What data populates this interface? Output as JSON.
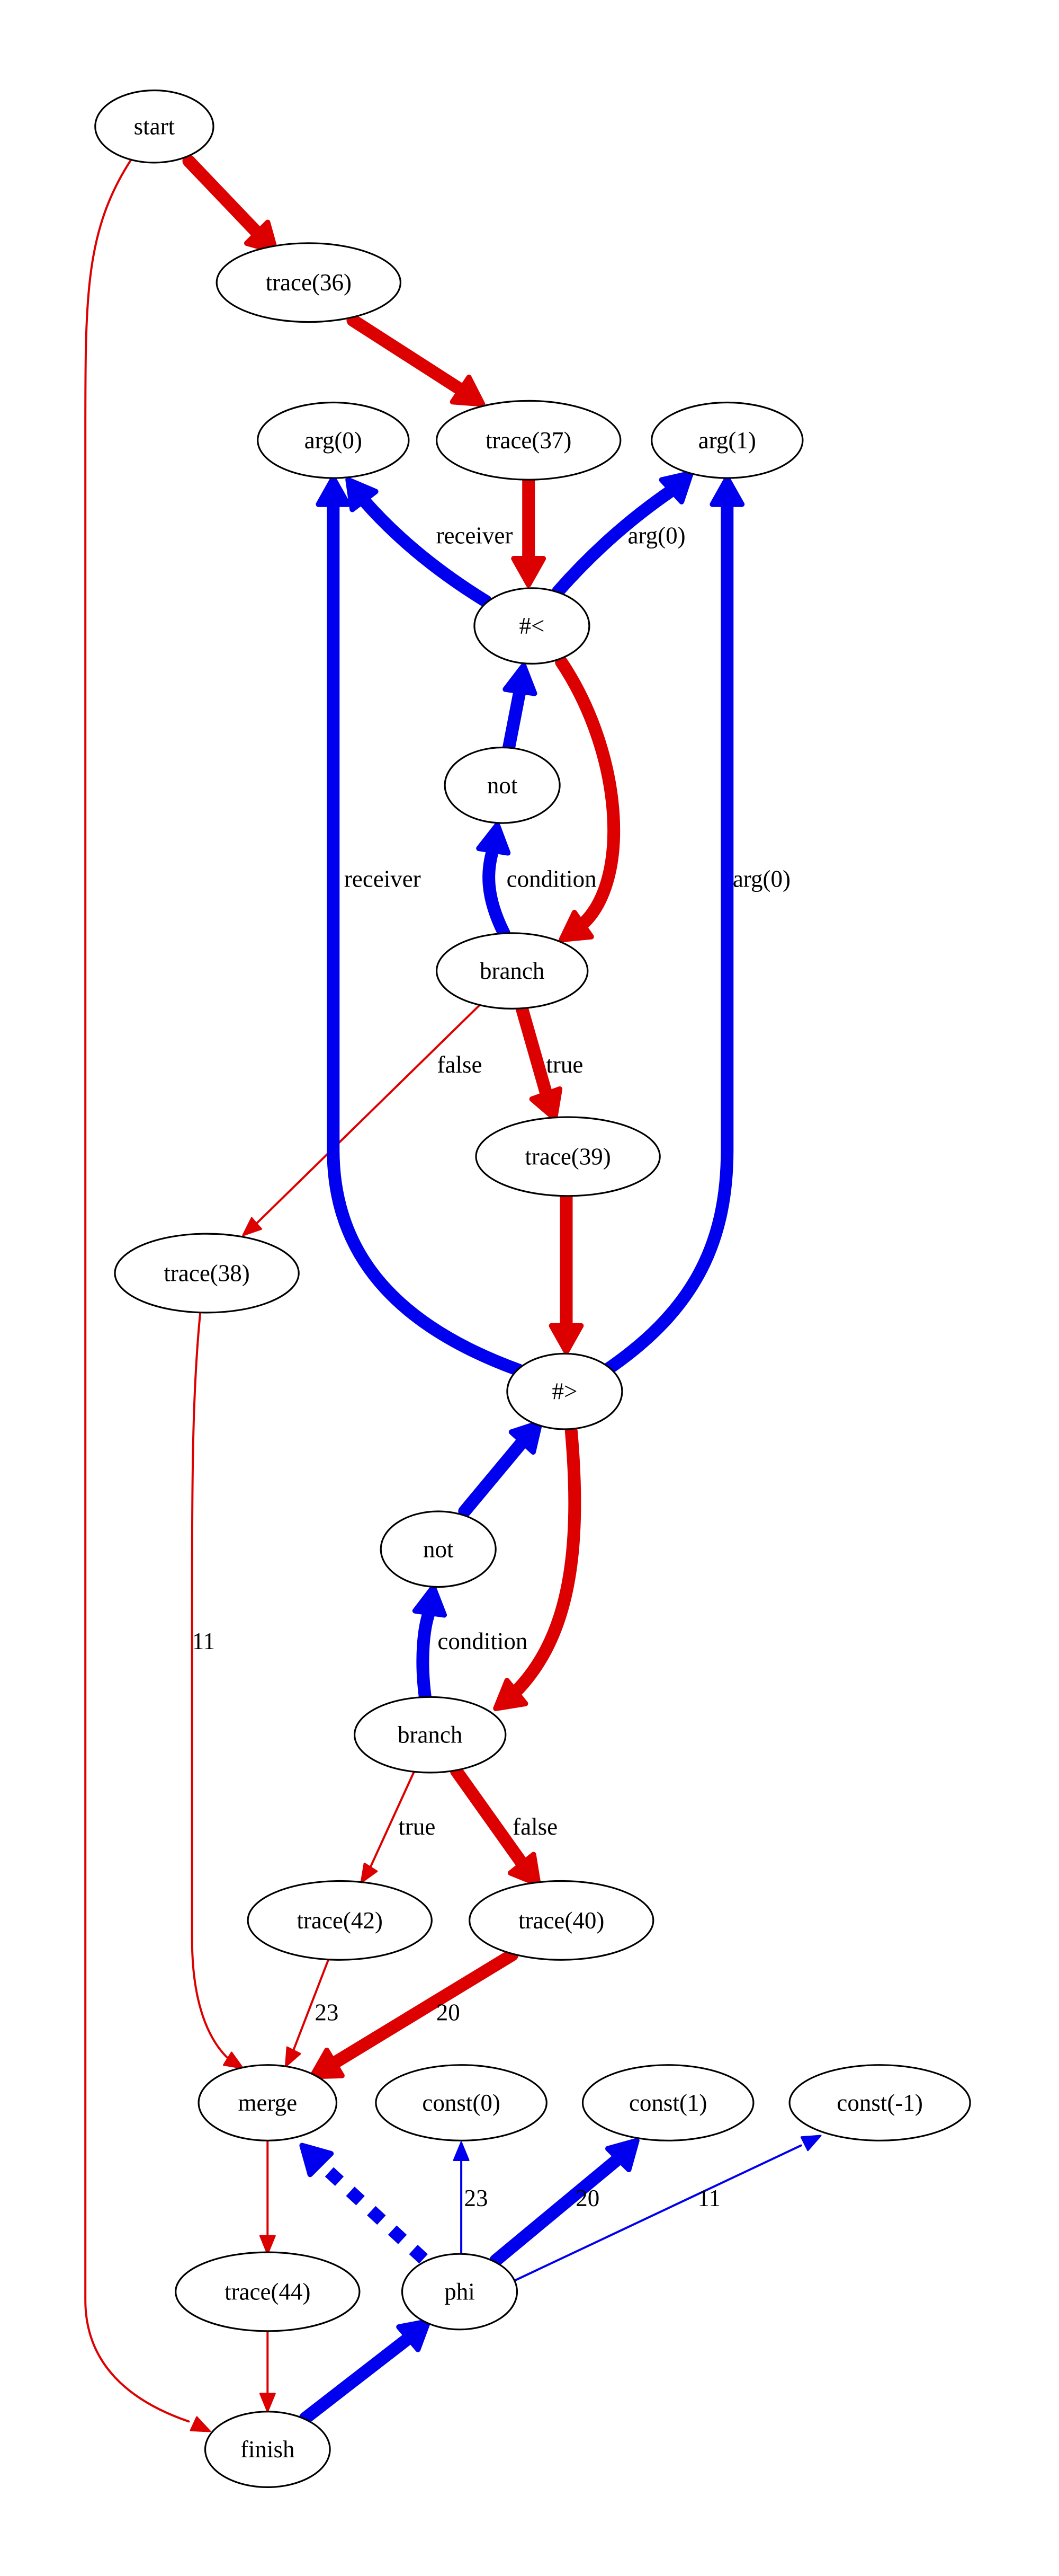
{
  "colors": {
    "control": "#dd0000",
    "data": "#0000ee",
    "node_stroke": "#000000"
  },
  "nodes": [
    {
      "id": "start",
      "label": "start"
    },
    {
      "id": "trace36",
      "label": "trace(36)"
    },
    {
      "id": "arg0",
      "label": "arg(0)"
    },
    {
      "id": "trace37",
      "label": "trace(37)"
    },
    {
      "id": "arg1",
      "label": "arg(1)"
    },
    {
      "id": "lt",
      "label": "#<"
    },
    {
      "id": "not1",
      "label": "not"
    },
    {
      "id": "branch1",
      "label": "branch"
    },
    {
      "id": "trace39",
      "label": "trace(39)"
    },
    {
      "id": "trace38",
      "label": "trace(38)"
    },
    {
      "id": "gt",
      "label": "#>"
    },
    {
      "id": "not2",
      "label": "not"
    },
    {
      "id": "branch2",
      "label": "branch"
    },
    {
      "id": "trace42",
      "label": "trace(42)"
    },
    {
      "id": "trace40",
      "label": "trace(40)"
    },
    {
      "id": "merge",
      "label": "merge"
    },
    {
      "id": "const0",
      "label": "const(0)"
    },
    {
      "id": "const1",
      "label": "const(1)"
    },
    {
      "id": "constm1",
      "label": "const(-1)"
    },
    {
      "id": "trace44",
      "label": "trace(44)"
    },
    {
      "id": "phi",
      "label": "phi"
    },
    {
      "id": "finish",
      "label": "finish"
    }
  ],
  "edges": [
    {
      "id": "start-trace36",
      "from": "start",
      "to": "trace36",
      "kind": "control",
      "weight": "thick",
      "label": ""
    },
    {
      "id": "start-finish",
      "from": "start",
      "to": "finish",
      "kind": "control",
      "weight": "thin",
      "label": ""
    },
    {
      "id": "trace36-trace37",
      "from": "trace36",
      "to": "trace37",
      "kind": "control",
      "weight": "thick",
      "label": ""
    },
    {
      "id": "trace37-lt",
      "from": "trace37",
      "to": "lt",
      "kind": "control",
      "weight": "thick",
      "label": ""
    },
    {
      "id": "lt-arg0",
      "from": "lt",
      "to": "arg0",
      "kind": "data",
      "weight": "thick",
      "label": "receiver"
    },
    {
      "id": "lt-arg1",
      "from": "lt",
      "to": "arg1",
      "kind": "data",
      "weight": "thick",
      "label": "arg(0)"
    },
    {
      "id": "lt-branch1",
      "from": "lt",
      "to": "branch1",
      "kind": "control",
      "weight": "thick",
      "label": ""
    },
    {
      "id": "not1-lt",
      "from": "not1",
      "to": "lt",
      "kind": "data",
      "weight": "thick",
      "label": ""
    },
    {
      "id": "branch1-not1",
      "from": "branch1",
      "to": "not1",
      "kind": "data",
      "weight": "thick",
      "label": "condition"
    },
    {
      "id": "branch1-trace38",
      "from": "branch1",
      "to": "trace38",
      "kind": "control",
      "weight": "thin",
      "label": "false"
    },
    {
      "id": "branch1-trace39",
      "from": "branch1",
      "to": "trace39",
      "kind": "control",
      "weight": "thick",
      "label": "true"
    },
    {
      "id": "trace39-gt",
      "from": "trace39",
      "to": "gt",
      "kind": "control",
      "weight": "thick",
      "label": ""
    },
    {
      "id": "gt-arg0",
      "from": "gt",
      "to": "arg0",
      "kind": "data",
      "weight": "thick",
      "label": "receiver"
    },
    {
      "id": "gt-arg1",
      "from": "gt",
      "to": "arg1",
      "kind": "data",
      "weight": "thick",
      "label": "arg(0)"
    },
    {
      "id": "trace38-merge",
      "from": "trace38",
      "to": "merge",
      "kind": "control",
      "weight": "thin",
      "label": "11"
    },
    {
      "id": "gt-branch2",
      "from": "gt",
      "to": "branch2",
      "kind": "control",
      "weight": "thick",
      "label": ""
    },
    {
      "id": "not2-gt",
      "from": "not2",
      "to": "gt",
      "kind": "data",
      "weight": "thick",
      "label": ""
    },
    {
      "id": "branch2-not2",
      "from": "branch2",
      "to": "not2",
      "kind": "data",
      "weight": "thick",
      "label": "condition"
    },
    {
      "id": "branch2-trace42",
      "from": "branch2",
      "to": "trace42",
      "kind": "control",
      "weight": "thin",
      "label": "true"
    },
    {
      "id": "branch2-trace40",
      "from": "branch2",
      "to": "trace40",
      "kind": "control",
      "weight": "thick",
      "label": "false"
    },
    {
      "id": "trace42-merge",
      "from": "trace42",
      "to": "merge",
      "kind": "control",
      "weight": "thin",
      "label": "23"
    },
    {
      "id": "trace40-merge",
      "from": "trace40",
      "to": "merge",
      "kind": "control",
      "weight": "thick",
      "label": "20"
    },
    {
      "id": "merge-trace44",
      "from": "merge",
      "to": "trace44",
      "kind": "control",
      "weight": "thin",
      "label": ""
    },
    {
      "id": "trace44-finish",
      "from": "trace44",
      "to": "finish",
      "kind": "control",
      "weight": "thin",
      "label": ""
    },
    {
      "id": "phi-merge",
      "from": "phi",
      "to": "merge",
      "kind": "data",
      "weight": "dotted",
      "label": ""
    },
    {
      "id": "phi-const0",
      "from": "phi",
      "to": "const0",
      "kind": "data",
      "weight": "thin",
      "label": "23"
    },
    {
      "id": "phi-const1",
      "from": "phi",
      "to": "const1",
      "kind": "data",
      "weight": "thick",
      "label": "20"
    },
    {
      "id": "phi-constm1",
      "from": "phi",
      "to": "constm1",
      "kind": "data",
      "weight": "thin",
      "label": "11"
    },
    {
      "id": "finish-phi",
      "from": "finish",
      "to": "phi",
      "kind": "data",
      "weight": "thick",
      "label": ""
    }
  ]
}
